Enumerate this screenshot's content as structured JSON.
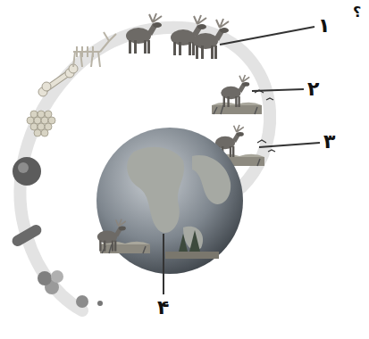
{
  "diagram": {
    "labels": [
      "؟",
      "۱",
      "۲",
      "۳",
      "۴"
    ]
  }
}
